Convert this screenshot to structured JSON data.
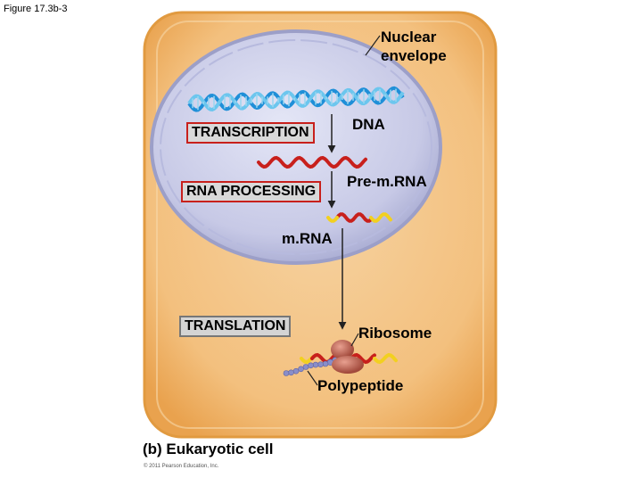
{
  "figure_label": "Figure 17.3b-3",
  "caption": "(b) Eukaryotic cell",
  "copyright": "© 2011 Pearson Education, Inc.",
  "processes": {
    "transcription": "TRANSCRIPTION",
    "rna_processing": "RNA PROCESSING",
    "translation": "TRANSLATION"
  },
  "labels": {
    "nuclear_envelope_line1": "Nuclear",
    "nuclear_envelope_line2": "envelope",
    "dna": "DNA",
    "pre_mrna": "Pre-m.RNA",
    "mrna": "m.RNA",
    "ribosome": "Ribosome",
    "polypeptide": "Polypeptide"
  },
  "colors": {
    "cell": "#f4b560",
    "nucleus": "#c9cbe8",
    "dna_strand_1": "#1f8fd8",
    "dna_strand_2": "#6cc6ee",
    "rna": "#c8201c",
    "cap": "#f2d020",
    "protein": "#8a8ec8",
    "highlight_border": "#c8201c"
  }
}
